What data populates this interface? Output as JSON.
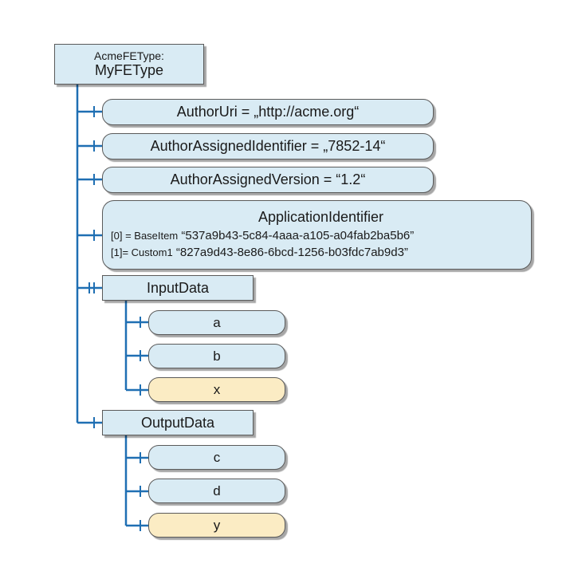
{
  "root": {
    "type_label": "AcmeFEType:",
    "name": "MyFEType"
  },
  "properties": {
    "author_uri": "AuthorUri = „http://acme.org“",
    "author_assigned_identifier": "AuthorAssignedIdentifier = „7852-14“",
    "author_assigned_version": "AuthorAssignedVersion = “1.2“"
  },
  "application_identifier": {
    "title": "ApplicationIdentifier",
    "entries": [
      {
        "prefix": "[0] = BaseItem",
        "value": "“537a9b43-5c84-4aaa-a105-a04fab2ba5b6”"
      },
      {
        "prefix": "[1]= Custom1",
        "value": "“827a9d43-8e86-6bcd-1256-b03fdc7ab9d3”"
      }
    ]
  },
  "input_data": {
    "label": "InputData",
    "items": [
      "a",
      "b",
      "x"
    ]
  },
  "output_data": {
    "label": "OutputData",
    "items": [
      "c",
      "d",
      "y"
    ]
  },
  "colors": {
    "connector": "#1f6fb3",
    "node_blue": "#d9ebf4",
    "node_yellow": "#fbecc4",
    "border": "#5a5a5a"
  }
}
